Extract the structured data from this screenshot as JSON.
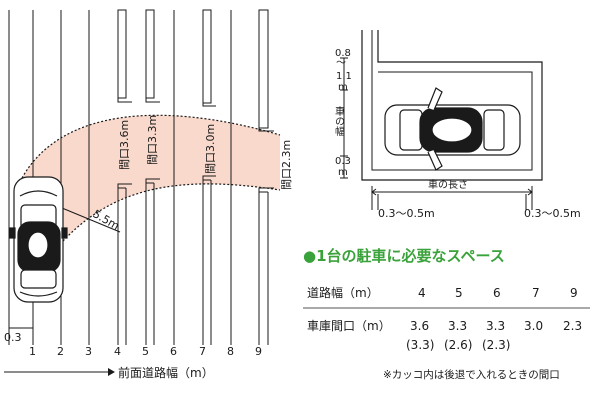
{
  "left_diagram": {
    "axis_ticks": [
      "0.3",
      "1",
      "2",
      "3",
      "4",
      "5",
      "6",
      "7",
      "8",
      "9"
    ],
    "axis_title": "前面道路幅（m）",
    "turn_radius_label": "5.5m",
    "opening_labels": [
      {
        "text": "間口3.6m"
      },
      {
        "text": "間口3.3m"
      },
      {
        "text": "間口3.0m"
      },
      {
        "text": "間口2.3m"
      }
    ]
  },
  "right_diagram": {
    "dim_top": "0.8",
    "dim_tilde": "～",
    "dim_mid": "1.1",
    "dim_unit1": "m",
    "width_label": "車の幅",
    "dim_bottom": "0.3",
    "dim_unit2": "m",
    "length_label": "車の長さ",
    "clearance_left": "0.3～0.5m",
    "clearance_right": "0.3～0.5m"
  },
  "table": {
    "heading": "●1台の駐車に必要なスペース",
    "row1_label": "道路幅（m）",
    "row1_values": [
      "4",
      "5",
      "6",
      "7",
      "9"
    ],
    "row2_label": "車庫間口（m）",
    "row2_values": [
      "3.6",
      "3.3",
      "3.3",
      "3.0",
      "2.3"
    ],
    "row2_sub": [
      "(3.3)",
      "(2.6)",
      "(2.3)"
    ],
    "note": "※カッコ内は後退で入れるときの間口"
  },
  "colors": {
    "accent_green": "#3aa23a",
    "sweep_fill": "#f9d9cc",
    "line": "#1a1a1a"
  }
}
